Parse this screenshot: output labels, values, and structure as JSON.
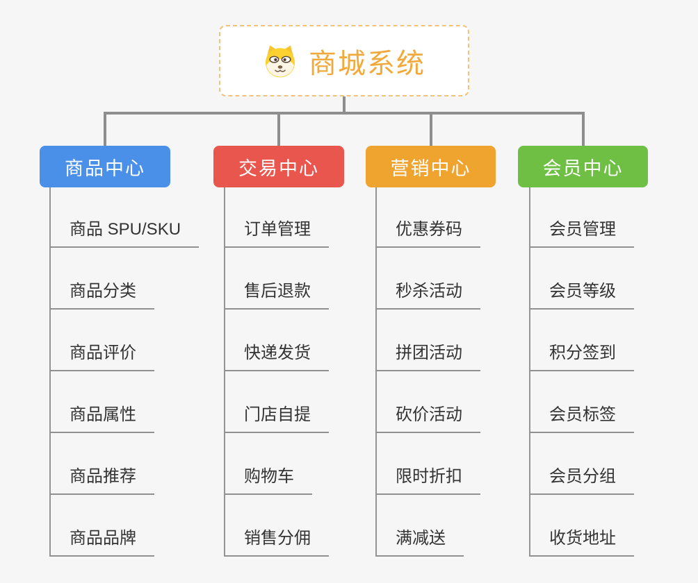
{
  "page": {
    "background_color": "#f6f6f6",
    "connector_color": "#8e8e8e"
  },
  "root": {
    "title": "商城系统",
    "title_color": "#f2a93c",
    "border_color": "#f3c27a",
    "icon": "doge-icon"
  },
  "branches": [
    {
      "label": "商品中心",
      "color": "#4a8fe8",
      "children": [
        "商品 SPU/SKU",
        "商品分类",
        "商品评价",
        "商品属性",
        "商品推荐",
        "商品品牌"
      ]
    },
    {
      "label": "交易中心",
      "color": "#e8564e",
      "children": [
        "订单管理",
        "售后退款",
        "快递发货",
        "门店自提",
        "购物车",
        "销售分佣"
      ]
    },
    {
      "label": "营销中心",
      "color": "#efa430",
      "children": [
        "优惠券码",
        "秒杀活动",
        "拼团活动",
        "砍价活动",
        "限时折扣",
        "满减送"
      ]
    },
    {
      "label": "会员中心",
      "color": "#6ebf44",
      "children": [
        "会员管理",
        "会员等级",
        "积分签到",
        "会员标签",
        "会员分组",
        "收货地址"
      ]
    }
  ]
}
